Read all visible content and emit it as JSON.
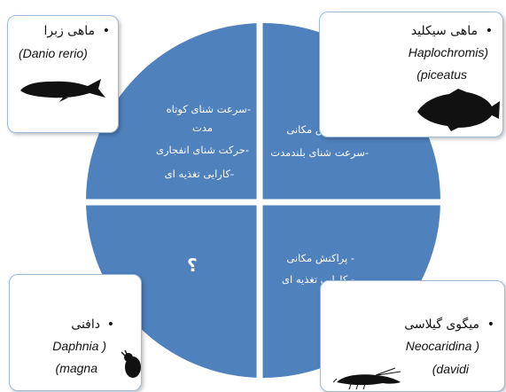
{
  "colors": {
    "pie": "#4f81bd",
    "divider": "#ffffff",
    "card_border": "#9dbbd6"
  },
  "cards": {
    "zebrafish": {
      "name": "ماهی زبرا",
      "scientific": "(Danio rerio)",
      "icon": "zebrafish-silhouette-icon"
    },
    "cichlid": {
      "name": "ماهی سیکلید",
      "scientific_line1": "Haplochromis)",
      "scientific_line2": "(piceatus",
      "icon": "cichlid-silhouette-icon"
    },
    "daphnia": {
      "name": "دافنی",
      "scientific_line1": "Daphnia )",
      "scientific_line2": "(magna",
      "icon": "daphnia-silhouette-icon"
    },
    "shrimp": {
      "name": "میگوی گیلاسی",
      "scientific_line1": "Neocaridina )",
      "scientific_line2": "(davidi",
      "icon": "shrimp-silhouette-icon"
    }
  },
  "quadrants": {
    "top_left": [
      "-سرعت شنای کوتاه",
      "مدت",
      "-حرکت شنای انفجاری",
      "-کارایی تغذیه ای"
    ],
    "top_right": [
      "- پراکنش مکانی",
      "-سرعت شنای بلندمدت"
    ],
    "bottom_left": "؟",
    "bottom_right": [
      "- پراکنش مکانی",
      "- کارایی تغذیه ای"
    ]
  }
}
